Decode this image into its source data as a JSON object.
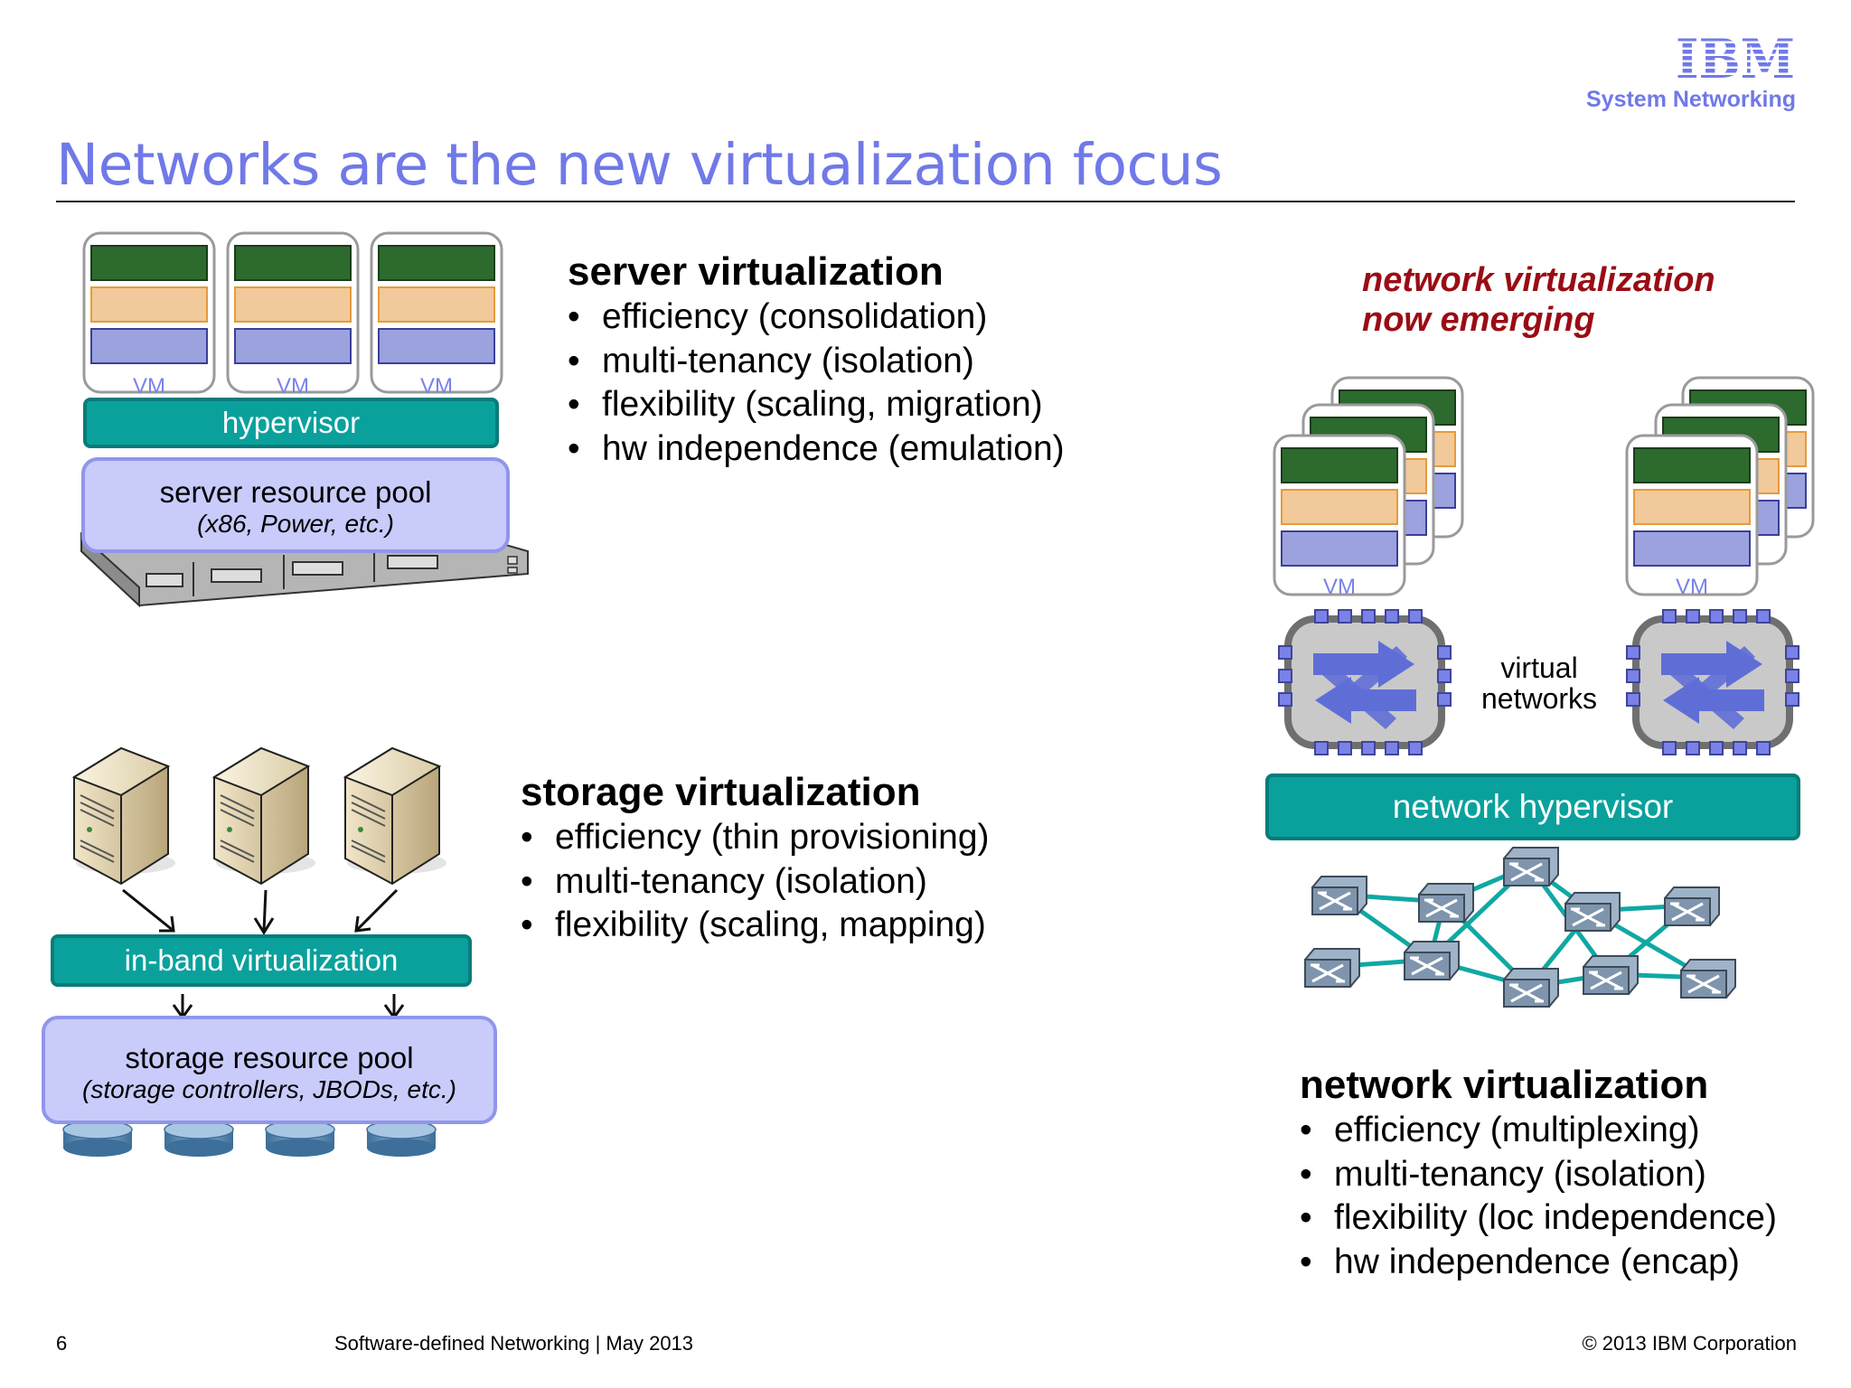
{
  "slide": {
    "title": "Networks are the new virtualization focus",
    "logo_text": "IBM",
    "logo_subtitle": "System Networking",
    "brand_color": "#7079e8"
  },
  "server": {
    "vm_label": "VM",
    "hypervisor_label": "hypervisor",
    "pool_label": "server resource pool",
    "pool_sub": "(x86, Power, etc.)",
    "heading": "server virtualization",
    "bullets": [
      "efficiency (consolidation)",
      "multi-tenancy (isolation)",
      "flexibility (scaling, migration)",
      "hw independence (emulation)"
    ]
  },
  "storage": {
    "inband_label": "in-band virtualization",
    "pool_label": "storage resource pool",
    "pool_sub": "(storage controllers, JBODs, etc.)",
    "heading": "storage virtualization",
    "bullets": [
      "efficiency (thin provisioning)",
      "multi-tenancy (isolation)",
      "flexibility (scaling, mapping)"
    ]
  },
  "network": {
    "emerging_line1": "network virtualization",
    "emerging_line2": "now emerging",
    "emerging_color": "#9a0c14",
    "vm_label": "VM",
    "virtual_networks_line1": "virtual",
    "virtual_networks_line2": "networks",
    "hypervisor_label": "network hypervisor",
    "heading": "network virtualization",
    "bullets": [
      "efficiency (multiplexing)",
      "multi-tenancy (isolation)",
      "flexibility (loc independence)",
      "hw independence (encap)"
    ]
  },
  "footer": {
    "page_number": "6",
    "center_text": "Software-defined Networking | May 2013",
    "copyright": "© 2013 IBM Corporation"
  },
  "colors": {
    "teal": "#0aa19d",
    "vm_green": "#2d6a2e",
    "vm_orange": "#f2c99a",
    "vm_blue": "#9ba2de",
    "pool_fill": "#c9cbfb"
  }
}
